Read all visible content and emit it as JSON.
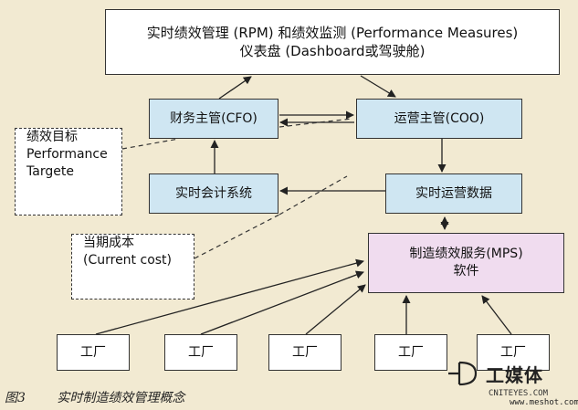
{
  "boxes": {
    "top_line1": "实时绩效管理 (RPM) 和绩效监测 (Performance  Measures)",
    "top_line2": "仪表盘 (Dashboard或驾驶舱)",
    "cfo": "财务主管(CFO)",
    "coo": "运营主管(COO)",
    "accounting": "实时会计系统",
    "operations_data": "实时运营数据",
    "mps_line1": "制造绩效服务(MPS)",
    "mps_line2": "软件",
    "kpi_line1": "绩效目标",
    "kpi_line2": "Performance",
    "kpi_line3": "Targete",
    "cost_line1": "当期成本",
    "cost_line2": "(Current cost)"
  },
  "factories": [
    "工厂",
    "工厂",
    "工厂",
    "工厂",
    "工厂"
  ],
  "caption": {
    "figure": "图3",
    "title": "实时制造绩效管理概念"
  },
  "watermark": {
    "title": "工媒体",
    "site": "CNITEYES.COM",
    "domain": "www.meshot.com"
  },
  "colors": {
    "background": "#f2ead2",
    "blue_box": "#cfe6f2",
    "pink_box": "#f0dcef"
  }
}
